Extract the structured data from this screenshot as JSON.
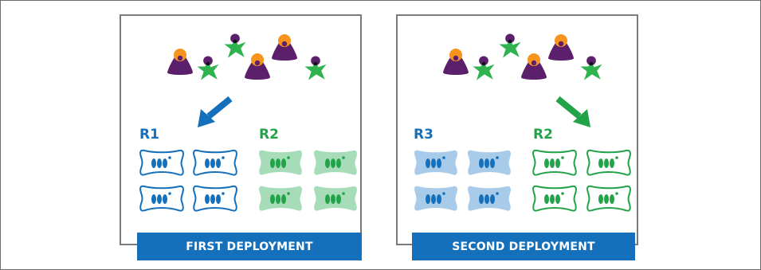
{
  "panels": [
    {
      "banner": "FIRST DEPLOYMENT",
      "left_group": {
        "label": "R1",
        "style": "outline",
        "color": "#1570bc"
      },
      "right_group": {
        "label": "R2",
        "style": "filled",
        "color": "#22a34a",
        "fill": "#a6dcb8"
      },
      "arrow_direction": "down-left",
      "arrow_color": "#1570bc"
    },
    {
      "banner": "SECOND DEPLOYMENT",
      "left_group": {
        "label": "R3",
        "style": "filled",
        "color": "#1570bc",
        "fill": "#a7cbe8"
      },
      "right_group": {
        "label": "R2",
        "style": "outline",
        "color": "#22a34a"
      },
      "arrow_direction": "down-right",
      "arrow_color": "#22a34a"
    }
  ],
  "colors": {
    "purple": "#5b1f6b",
    "orange": "#f7941d",
    "green_figure": "#2eb34f",
    "banner": "#1570bc"
  }
}
